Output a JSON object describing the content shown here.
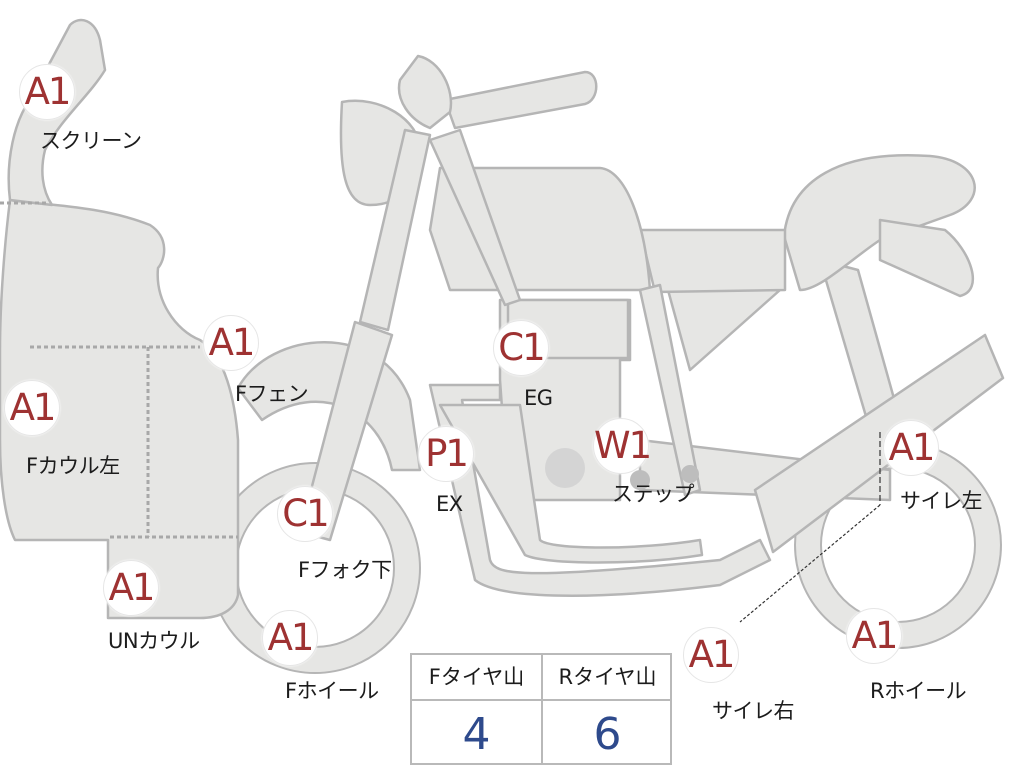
{
  "parts": [
    {
      "id": "screen",
      "code": "A1",
      "label": "スクリーン"
    },
    {
      "id": "front-fender",
      "code": "A1",
      "label": "Fフェン"
    },
    {
      "id": "front-cowl-left",
      "code": "A1",
      "label": "Fカウル左"
    },
    {
      "id": "engine",
      "code": "C1",
      "label": "EG"
    },
    {
      "id": "exhaust",
      "code": "P1",
      "label": "EX"
    },
    {
      "id": "step",
      "code": "W1",
      "label": "ステップ"
    },
    {
      "id": "front-fork-lower",
      "code": "C1",
      "label": "Fフォク下"
    },
    {
      "id": "under-cowl",
      "code": "A1",
      "label": "UNカウル"
    },
    {
      "id": "front-wheel",
      "code": "A1",
      "label": "Fホイール"
    },
    {
      "id": "silencer-left",
      "code": "A1",
      "label": "サイレ左"
    },
    {
      "id": "silencer-right",
      "code": "A1",
      "label": "サイレ右"
    },
    {
      "id": "rear-wheel",
      "code": "A1",
      "label": "Rホイール"
    }
  ],
  "tire_tread": {
    "front": {
      "label": "Fタイヤ山",
      "value": "4"
    },
    "rear": {
      "label": "Rタイヤ山",
      "value": "6"
    }
  },
  "colors": {
    "code_text": "#9e3232",
    "tread_value": "#2e4a8c",
    "body_fill": "#e6e6e4",
    "outline": "#b5b5b5"
  }
}
